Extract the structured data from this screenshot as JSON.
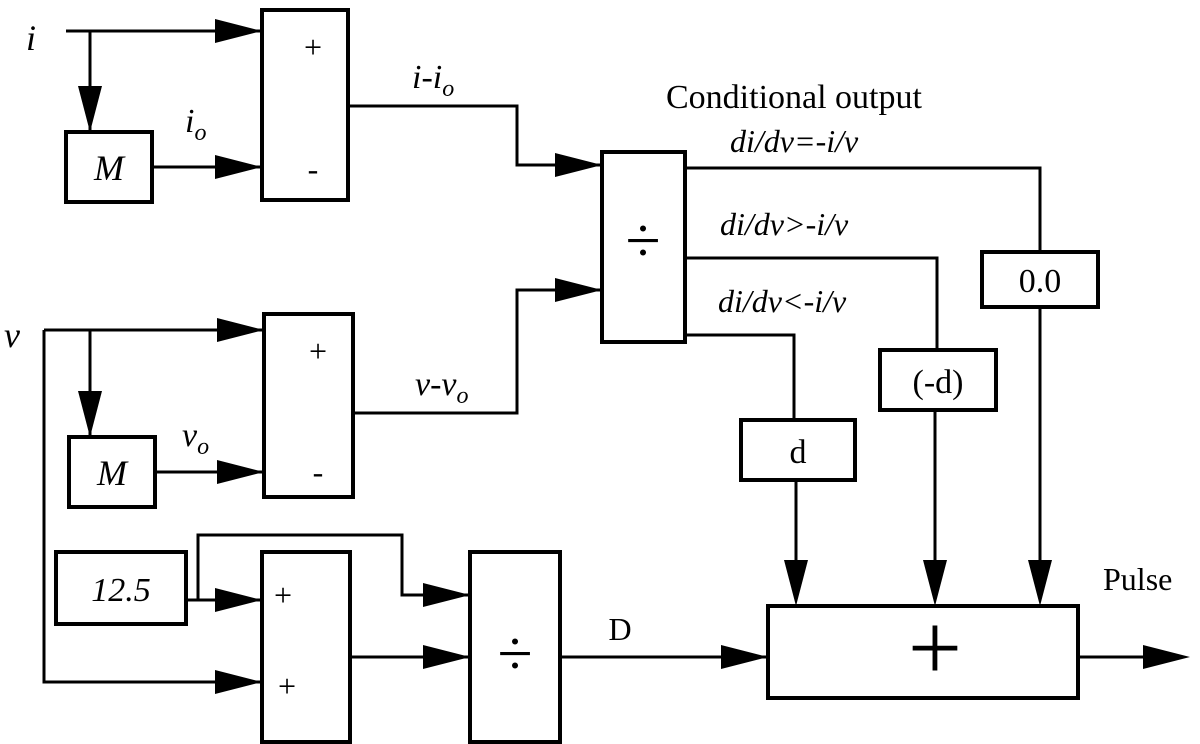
{
  "signals": {
    "current_input": "i",
    "voltage_input": "v",
    "i_prev": "i",
    "i_prev_sub": "o",
    "v_prev": "v",
    "v_prev_sub": "o",
    "di_label": "i-i",
    "di_label_sub": "o",
    "dv_label": "v-v",
    "dv_label_sub": "o",
    "duty_label": "D",
    "output_label": "Pulse"
  },
  "blocks": {
    "memory_i": "M",
    "memory_v": "M",
    "sum_i_plus": "+",
    "sum_i_minus": "-",
    "sum_v_plus": "+",
    "sum_v_minus": "-",
    "divider_main": "÷",
    "constant": "12.5",
    "sum_d_plus_top": "+",
    "sum_d_plus_bottom": "+",
    "divider_duty": "÷",
    "d_block": "d",
    "neg_d_block": "(-d)",
    "zero_block": "0.0",
    "final_sum": "+"
  },
  "conditions": {
    "title": "Conditional output",
    "equal": "di/dv=-i/v",
    "greater": "di/dv>-i/v",
    "less": "di/dv<-i/v"
  }
}
